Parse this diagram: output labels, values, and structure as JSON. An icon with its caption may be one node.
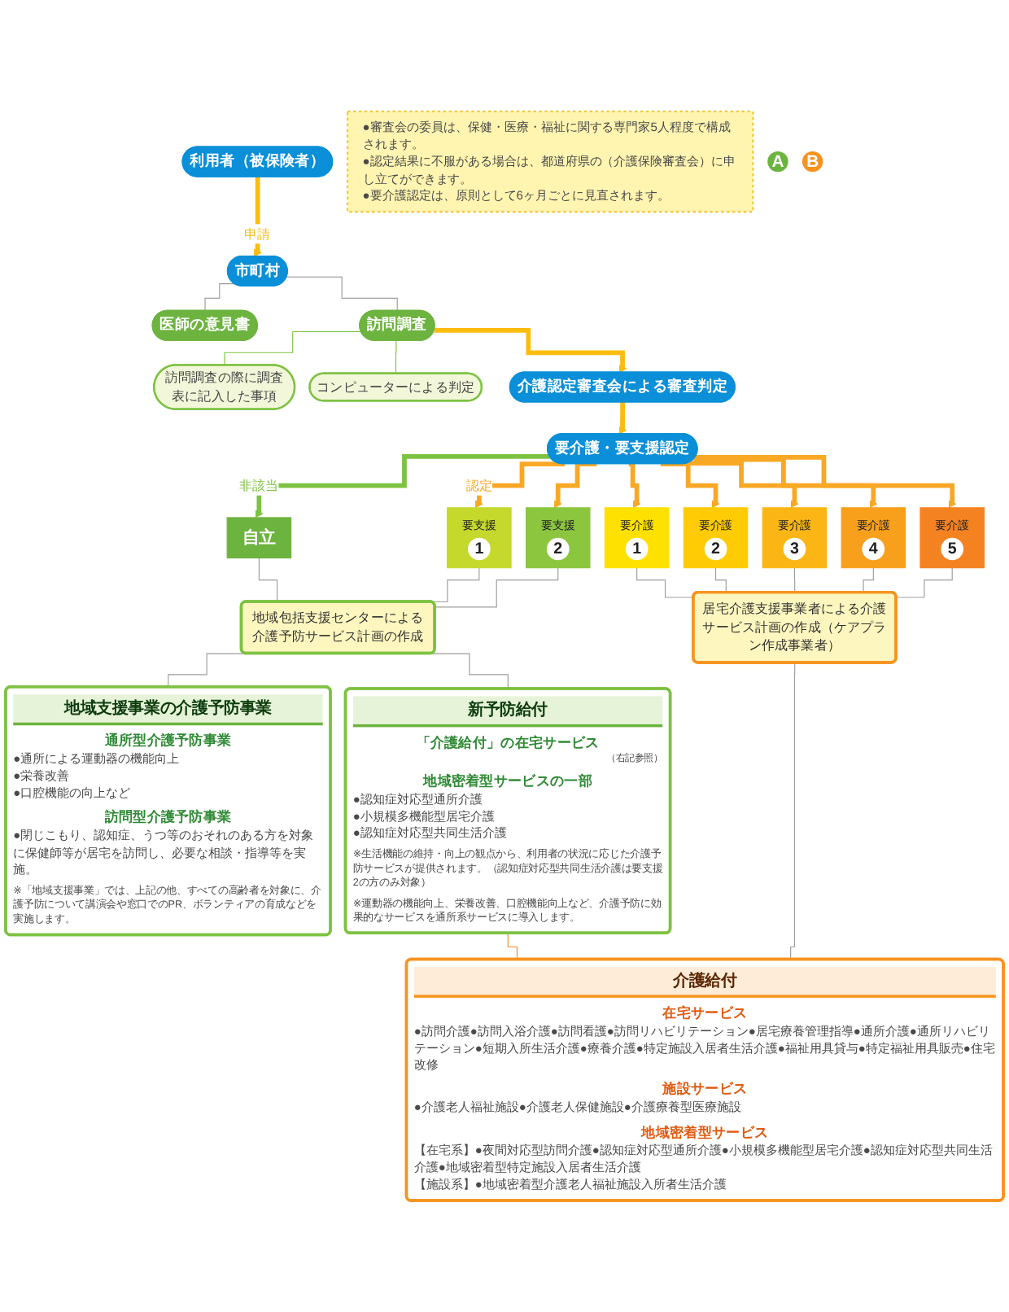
{
  "diagram": {
    "nodes": [
      {
        "text": [
          "利用者（被保険者）"
        ]
      },
      {
        "text": [
          "市町村"
        ]
      },
      {
        "text": [
          "医師の意見書"
        ]
      },
      {
        "text": [
          "訪問調査"
        ]
      },
      {
        "text": [
          "訪問調査の際に調査表に記入した事項"
        ]
      },
      {
        "text": [
          "コンピューターによる判定"
        ]
      },
      {
        "text": [
          "介護認定審査会による審査判定"
        ]
      },
      {
        "text": [
          "要介護・要支援認定"
        ]
      },
      {
        "text": [
          "●審査会の委員は、保健・医療・福祉に関する専門家5人程度で構成されます。",
          "●認定結果に不服がある場合は、都道府県の（介護保険審査会）に申し立てができます。",
          "●要介護認定は、原則として6ヶ月ごとに見直されます。"
        ]
      },
      {
        "text": [
          "自立"
        ]
      },
      {
        "text": [
          "要支援",
          "1"
        ]
      },
      {
        "text": [
          "要支援",
          "2"
        ]
      },
      {
        "text": [
          "要介護",
          "1"
        ]
      },
      {
        "text": [
          "要介護",
          "2"
        ]
      },
      {
        "text": [
          "要介護",
          "3"
        ]
      },
      {
        "text": [
          "要介護",
          "4"
        ]
      },
      {
        "text": [
          "要介護",
          "5"
        ]
      },
      {
        "text": [
          "A"
        ]
      },
      {
        "text": [
          "地域包括支援センターによる介護予防サービス計画の作成"
        ]
      },
      {
        "text": [
          "B"
        ]
      },
      {
        "text": [
          "居宅介護支援事業者による介護サービス計画の作成（ケアプラン作成事業者）"
        ]
      },
      {
        "text": [
          "地域支援事業の介護予防事業",
          "通所型介護予防事業",
          "●通所による運動器の機能向上",
          "●栄養改善",
          "●口腔機能の向上など",
          "訪問型介護予防事業",
          "●閉じこもり、認知症、うつ等のおそれのある方を対象に保健師等が居宅を訪問し、必要な相談・指導等を実施。",
          "※「地域支援事業」では、上記の他、すべての高齢者を対象に、介護予防について講演会や窓口でのPR、ボランティアの育成などを実施します。"
        ]
      },
      {
        "text": [
          "新予防給付",
          "「介護給付」の在宅サービス",
          "（右記参照）",
          "地域密着型サービスの一部",
          "●認知症対応型通所介護",
          "●小規模多機能型居宅介護",
          "●認知症対応型共同生活介護",
          "※生活機能の維持・向上の観点から、利用者の状況に応じた介護予防サービスが提供されます。（認知症対応型共同生活介護は要支援2の方のみ対象）",
          "※運動器の機能向上、栄養改善、口腔機能向上など、介護予防に効果的なサービスを通所系サービスに導入します。"
        ]
      },
      {
        "text": [
          "介護給付",
          "在宅サービス",
          "●訪問介護●訪問入浴介護●訪問看護●訪問リハビリテーション●居宅療養管理指導●通所介護●通所リハビリテーション●短期入所生活介護●療養介護●特定施設入居者生活介護●福祉用具貸与●特定福祉用具販売●住宅改修",
          "施設サービス",
          "●介護老人福祉施設●介護老人保健施設●介護療養型医療施設",
          "地域密着型サービス",
          "【在宅系】●夜間対応型訪問介護●認知症対応型通所介護●小規模多機能型居宅介護●認知症対応型共同生活介護●地域密着型特定施設入居者生活介護",
          "【施設系】●地域密着型介護老人福祉施設入所者生活介護"
        ]
      }
    ],
    "edges": [
      {
        "from": 0,
        "to": 1,
        "arrow": "to",
        "label": "申請",
        "style": "thick",
        "color": "#fbbc0f"
      },
      {
        "from": 1,
        "to": 2,
        "arrow": "none"
      },
      {
        "from": 1,
        "to": 3,
        "arrow": "none"
      },
      {
        "from": 3,
        "to": 4,
        "arrow": "none",
        "color": "#7dc242"
      },
      {
        "from": 3,
        "to": 5,
        "arrow": "none",
        "color": "#7dc242"
      },
      {
        "from": 3,
        "to": 6,
        "arrow": "to",
        "style": "thick",
        "color": "#fbbc0f"
      },
      {
        "from": 6,
        "to": 7,
        "arrow": "to",
        "style": "thick",
        "color": "#fbbc0f"
      },
      {
        "from": 7,
        "to": 9,
        "arrow": "to",
        "label": "非該当",
        "style": "thick",
        "color": "#7dc242"
      },
      {
        "from": 7,
        "to": 10,
        "arrow": "to",
        "label": "認定",
        "style": "thick",
        "color": "#f9a825"
      },
      {
        "from": 7,
        "to": 11,
        "arrow": "to",
        "style": "thick",
        "color": "#f9a825"
      },
      {
        "from": 7,
        "to": 12,
        "arrow": "to",
        "style": "thick",
        "color": "#f9a825"
      },
      {
        "from": 7,
        "to": 13,
        "arrow": "to",
        "style": "thick",
        "color": "#f9a825"
      },
      {
        "from": 7,
        "to": 14,
        "arrow": "to",
        "style": "thick",
        "color": "#f9a825"
      },
      {
        "from": 7,
        "to": 15,
        "arrow": "to",
        "style": "thick",
        "color": "#f9a825"
      },
      {
        "from": 7,
        "to": 16,
        "arrow": "to",
        "style": "thick",
        "color": "#f9a825"
      },
      {
        "from": 9,
        "to": 18,
        "arrow": "none"
      },
      {
        "from": 10,
        "to": 18,
        "arrow": "none"
      },
      {
        "from": 11,
        "to": 18,
        "arrow": "none"
      },
      {
        "from": 12,
        "to": 20,
        "arrow": "none"
      },
      {
        "from": 13,
        "to": 20,
        "arrow": "none"
      },
      {
        "from": 14,
        "to": 20,
        "arrow": "none"
      },
      {
        "from": 15,
        "to": 20,
        "arrow": "none"
      },
      {
        "from": 16,
        "to": 20,
        "arrow": "none"
      },
      {
        "from": 18,
        "to": 21,
        "arrow": "none"
      },
      {
        "from": 18,
        "to": 22,
        "arrow": "none"
      },
      {
        "from": 20,
        "to": 23,
        "arrow": "none"
      },
      {
        "from": 22,
        "to": 23,
        "arrow": "none",
        "color": "#f08c2a"
      }
    ]
  }
}
